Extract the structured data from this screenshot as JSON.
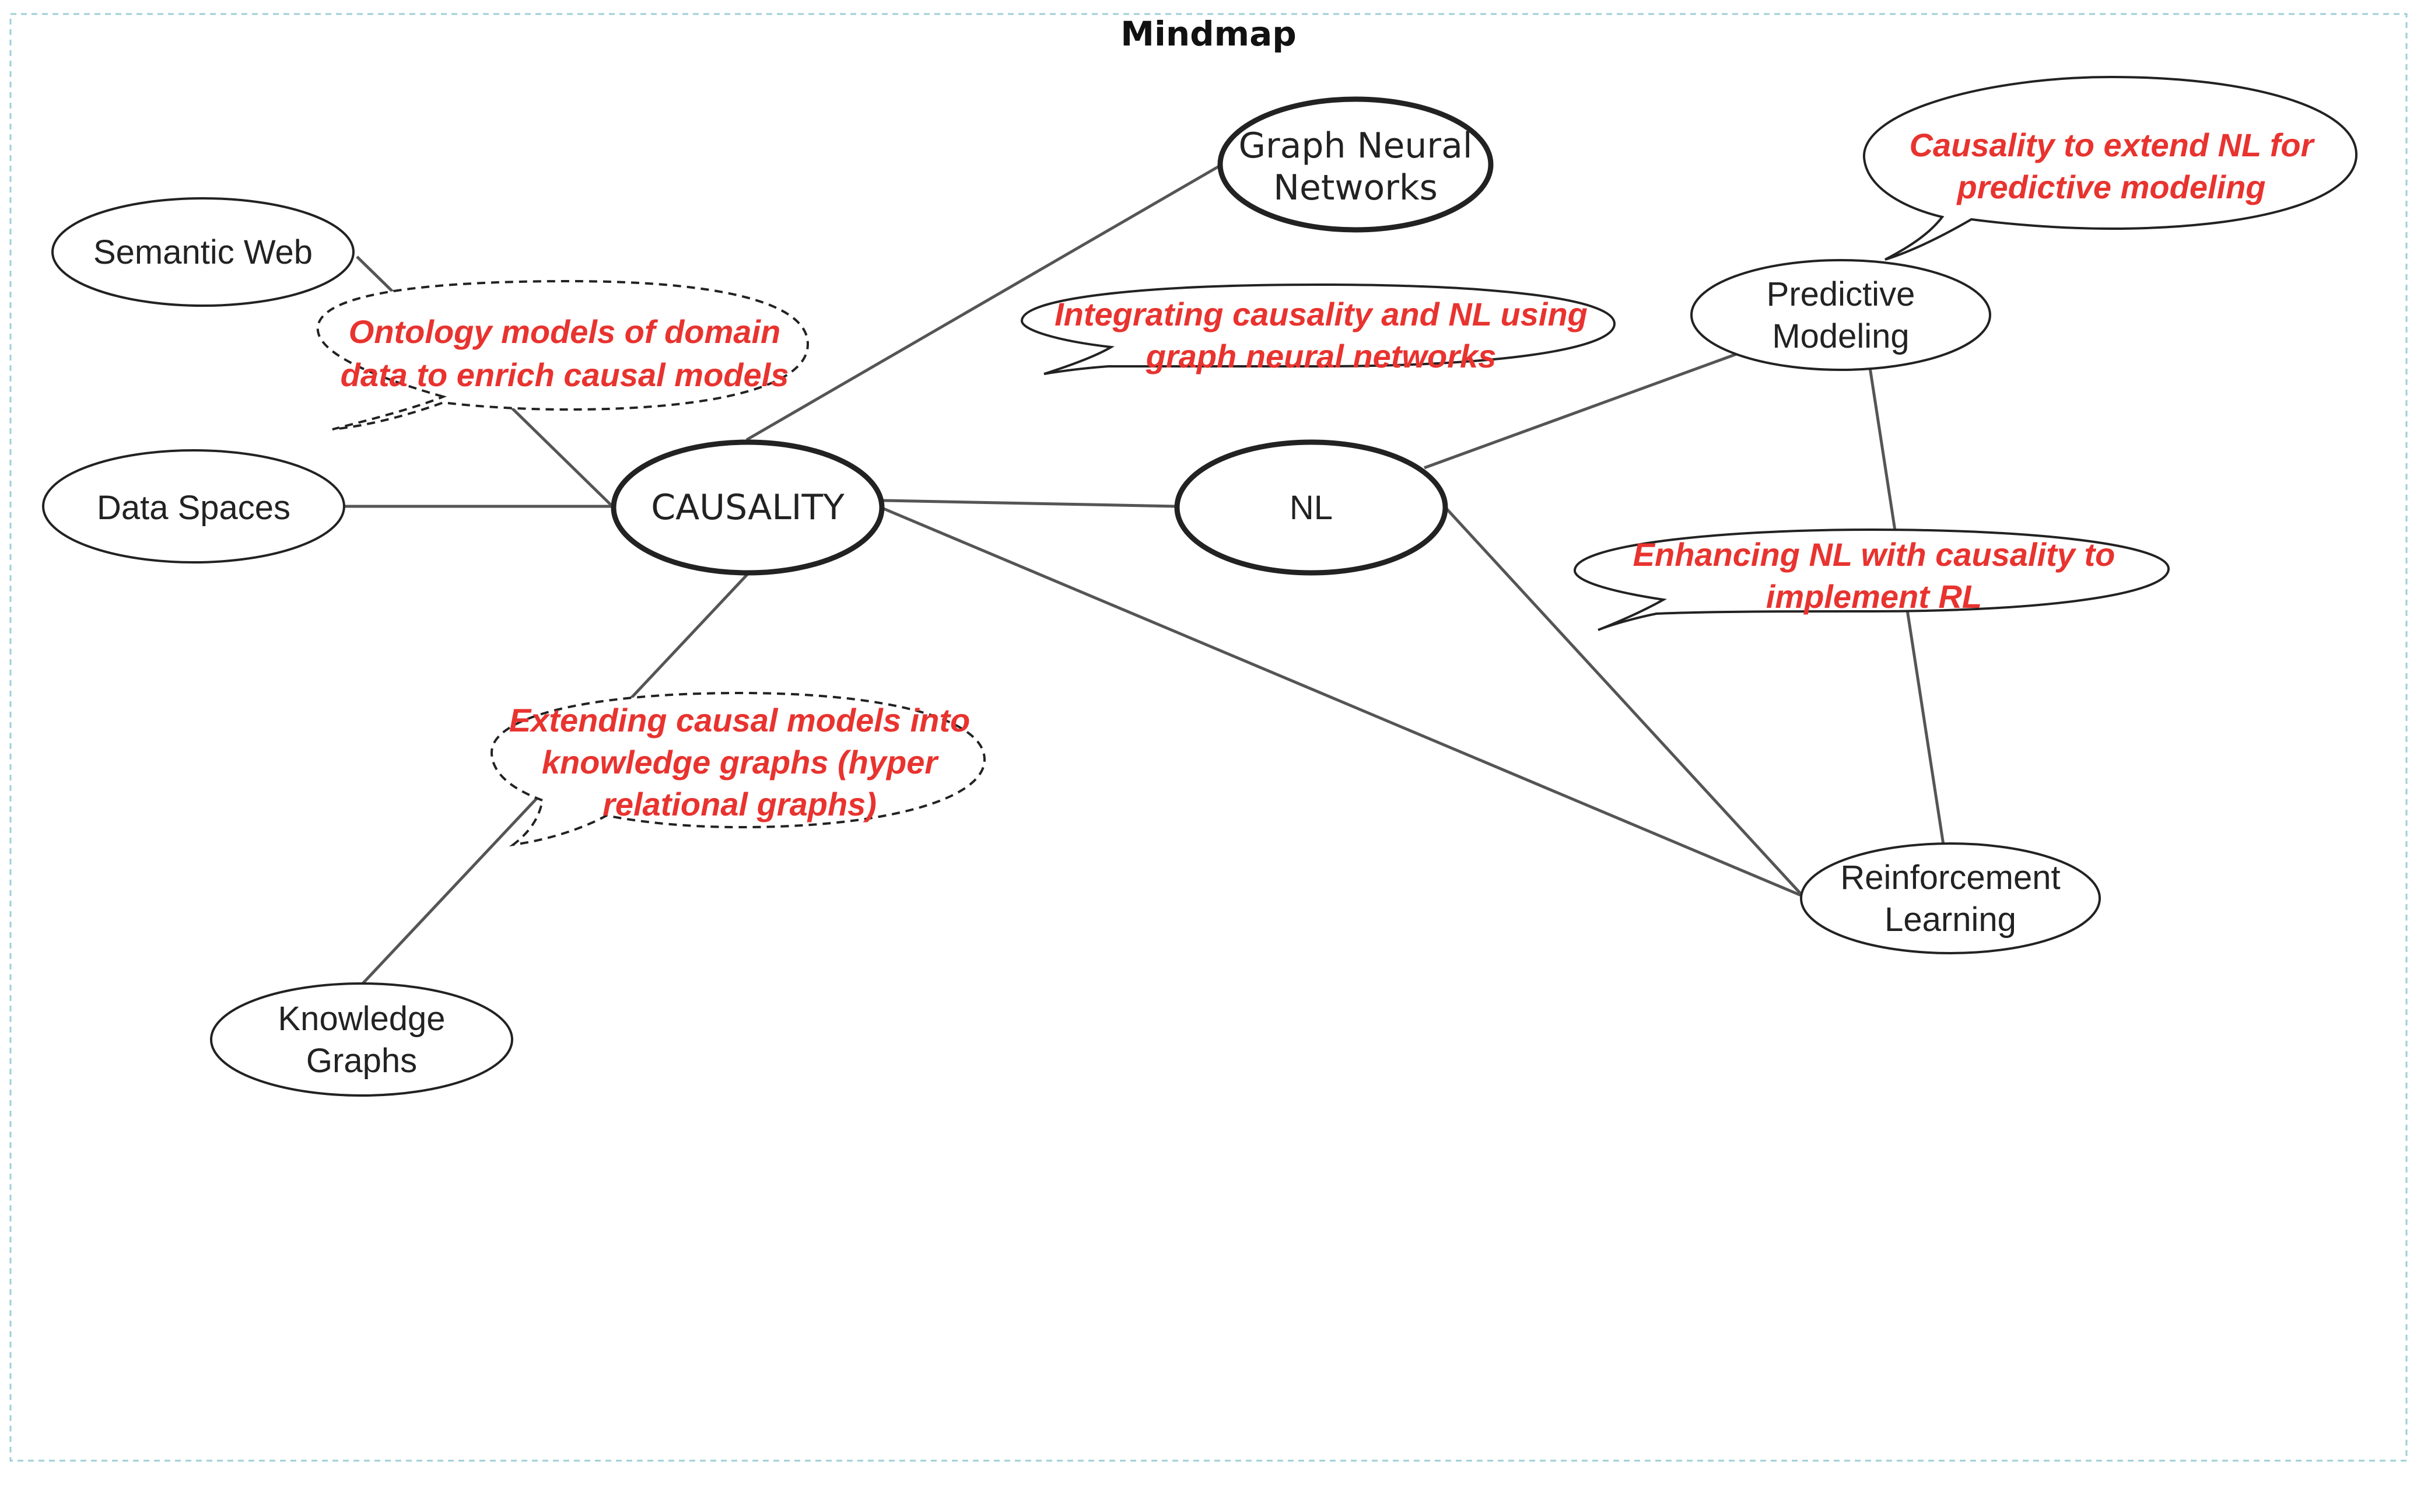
{
  "title": "Mindmap",
  "nodes": {
    "causality": "CAUSALITY",
    "nl": "NL",
    "gnn_line1": "Graph Neural",
    "gnn_line2": "Networks",
    "semantic_web": "Semantic Web",
    "data_spaces": "Data Spaces",
    "kg_line1": "Knowledge",
    "kg_line2": "Graphs",
    "pm_line1": "Predictive",
    "pm_line2": "Modeling",
    "rl_line1": "Reinforcement",
    "rl_line2": "Learning"
  },
  "notes": {
    "ontology_line1": "Ontology models of domain",
    "ontology_line2": "data to enrich causal models",
    "integrating_line1": "Integrating causality and NL using",
    "integrating_line2": "graph neural networks",
    "extend_nl_line1": "Causality to extend NL for",
    "extend_nl_line2": "predictive modeling",
    "enhancing_line1": "Enhancing NL with causality to",
    "enhancing_line2": "implement RL",
    "extending_line1": "Extending causal models into",
    "extending_line2": "knowledge graphs (hyper",
    "extending_line3": "relational graphs)"
  },
  "colors": {
    "note_text": "#e8332f",
    "frame": "#9ecfd6",
    "edge": "#555555",
    "outline": "#222222"
  }
}
